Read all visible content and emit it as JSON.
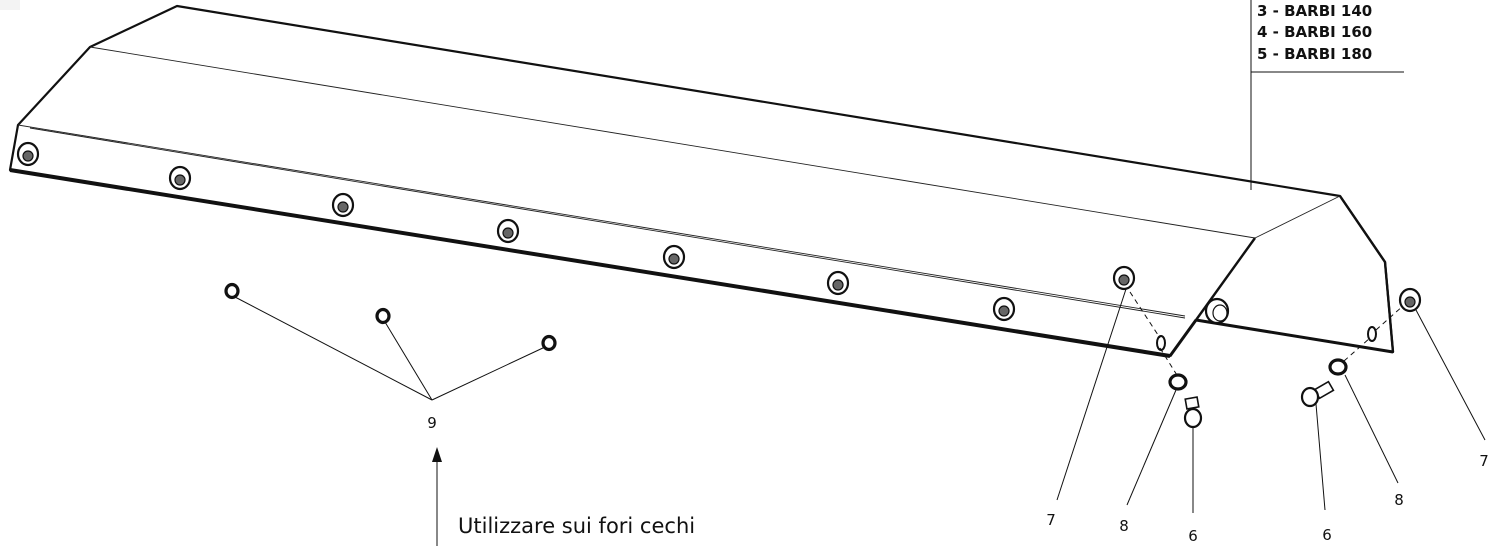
{
  "legend": {
    "items": [
      "3 - BARBI 140",
      "4 - BARBI 160",
      "5 - BARBI 180"
    ]
  },
  "callouts": {
    "part9": "9",
    "part7_left": "7",
    "part8_left": "8",
    "part6_left": "6",
    "part6_right": "6",
    "part8_right": "8",
    "part7_right": "7"
  },
  "note": {
    "text": "Utilizzare sui fori cechi"
  }
}
